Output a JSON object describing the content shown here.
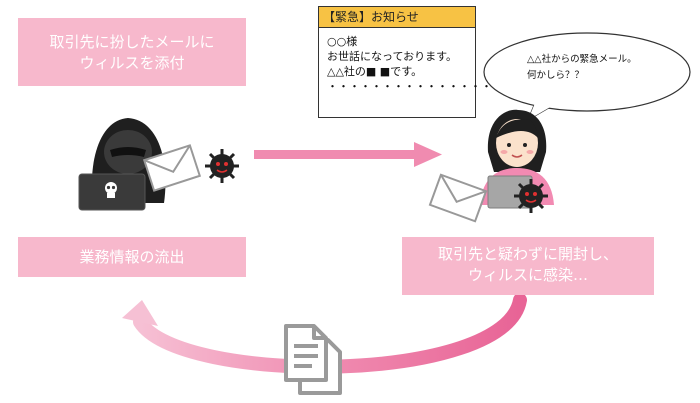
{
  "boxes": {
    "attach": [
      "取引先に扮したメールに",
      "ウィルスを添付"
    ],
    "leak": "業務情報の流出",
    "infect": [
      "取引先と疑わずに開封し、",
      "ウィルスに感染…"
    ]
  },
  "notice": {
    "header": "【緊急】お知らせ",
    "lines": [
      "○○様",
      "お世話になっております。",
      "△△社の■ ■です。",
      "・・・・・・・・・・・・・・・"
    ]
  },
  "speech": [
    "△△社からの緊急メール。",
    "何かしら？？"
  ],
  "colors": {
    "pink_box": "#f7b8cc",
    "arrow_pink": "#f08bb0",
    "notice_header": "#f7c244",
    "hacker": "#1f1f1f",
    "virus": "#222222",
    "virus_accent": "#e03030"
  }
}
